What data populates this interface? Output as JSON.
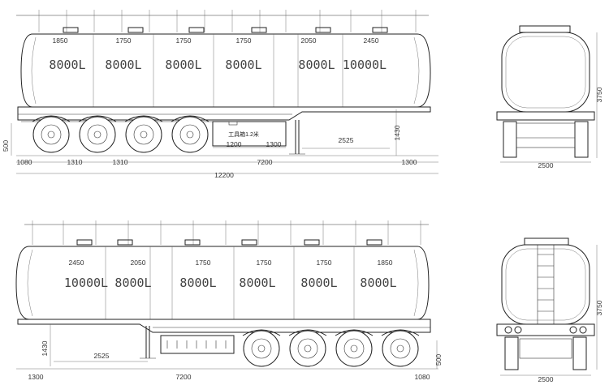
{
  "top_view": {
    "compartment_dims": [
      "1850",
      "1750",
      "1750",
      "1750",
      "2050",
      "2450"
    ],
    "capacities": [
      "8000L",
      "8000L",
      "8000L",
      "8000L",
      "8000L",
      "10000L"
    ],
    "toolbox_label": "工具箱1.2米",
    "dim_1200": "1200",
    "dim_1300_box": "1300",
    "dim_2525": "2525",
    "dim_1430": "1430",
    "dim_500": "500",
    "dim_1080": "1080",
    "dim_1310_a": "1310",
    "dim_1310_b": "1310",
    "dim_7200": "7200",
    "dim_1300_front": "1300",
    "dim_12200": "12200"
  },
  "top_end_view": {
    "height": "3750",
    "width": "2500"
  },
  "bottom_view": {
    "compartment_dims": [
      "2450",
      "2050",
      "1750",
      "1750",
      "1750",
      "1850"
    ],
    "capacities": [
      "10000L",
      "8000L",
      "8000L",
      "8000L",
      "8000L",
      "8000L"
    ],
    "dim_1430": "1430",
    "dim_2525": "2525",
    "dim_500": "500",
    "dim_1300": "1300",
    "dim_7200": "7200",
    "dim_1080": "1080"
  },
  "bottom_end_view": {
    "height": "3750",
    "width": "2500"
  }
}
